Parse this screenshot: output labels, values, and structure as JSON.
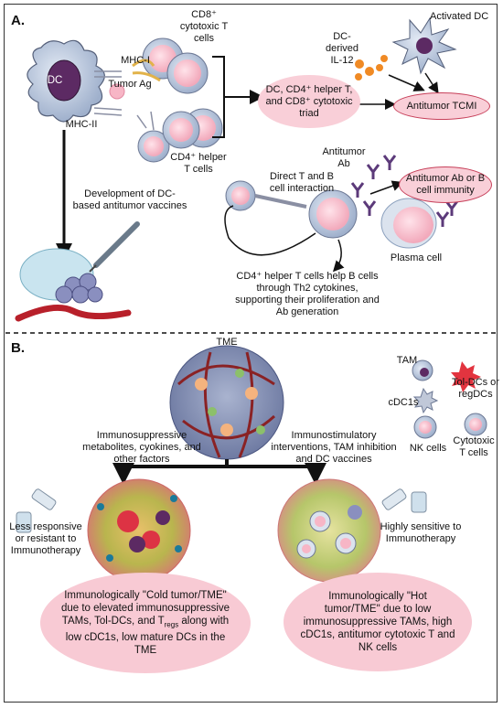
{
  "panels": {
    "a": "A.",
    "b": "B."
  },
  "panel_a": {
    "cd8": "CD8⁺ cytotoxic T cells",
    "activated_dc": "Activated DC",
    "dc_il12": "DC-derived IL-12",
    "mhc1": "MHC-I",
    "tumor_ag": "Tumor Ag",
    "mhc2": "MHC-II",
    "dc": "DC",
    "cd4": "CD4⁺ helper T cells",
    "triad": "DC, CD4⁺ helper T, and CD8⁺ cytotoxic triad",
    "tcmi": "Antitumor TCMI",
    "vaccines": "Development of DC-based antitumor vaccines",
    "antitumor_ab": "Antitumor Ab",
    "direct_tb": "Direct T and B cell interaction",
    "ab_immunity": "Antitumor Ab or B cell immunity",
    "plasma": "Plasma cell",
    "cd4_help": "CD4⁺ helper T cells help B cells through Th2 cytokines, supporting their proliferation and Ab generation"
  },
  "panel_b": {
    "tme": "TME",
    "tam": "TAM",
    "tol_dcs": "Tol-DCs or regDCs",
    "cdc1s": "cDC1s",
    "nk": "NK cells",
    "cytotoxic": "Cytotoxic T cells",
    "immunosuppressive": "Immunosuppressive metabolites, cyokines, and other factors",
    "immunostimulatory": "Immunostimulatory interventions, TAM inhibition and DC vaccines",
    "less_responsive": "Less responsive or resistant to Immunotherapy",
    "highly_sensitive": "Highly sensitive to Immunotherapy",
    "cold_a": "Immunologically \"Cold tumor/TME\" due to elevated immunosuppressive TAMs, Tol-DCs, and T",
    "cold_sub": "regs",
    "cold_b": " along with low cDC1s, low mature DCs in the TME",
    "hot": "Immunologically \"Hot tumor/TME\" due to low immunosuppressive TAMs, high cDC1s, antitumor cytotoxic T and NK cells"
  },
  "colors": {
    "pink_fill": "#f9cfd8",
    "pink_border": "#c7405a",
    "cell_blue": "#bcc8dc",
    "nucleus_purple": "#6b2d6b",
    "cytokine_orange": "#f08a24",
    "vessel_red": "#b8202a",
    "tumor_green": "#9ab04a"
  }
}
